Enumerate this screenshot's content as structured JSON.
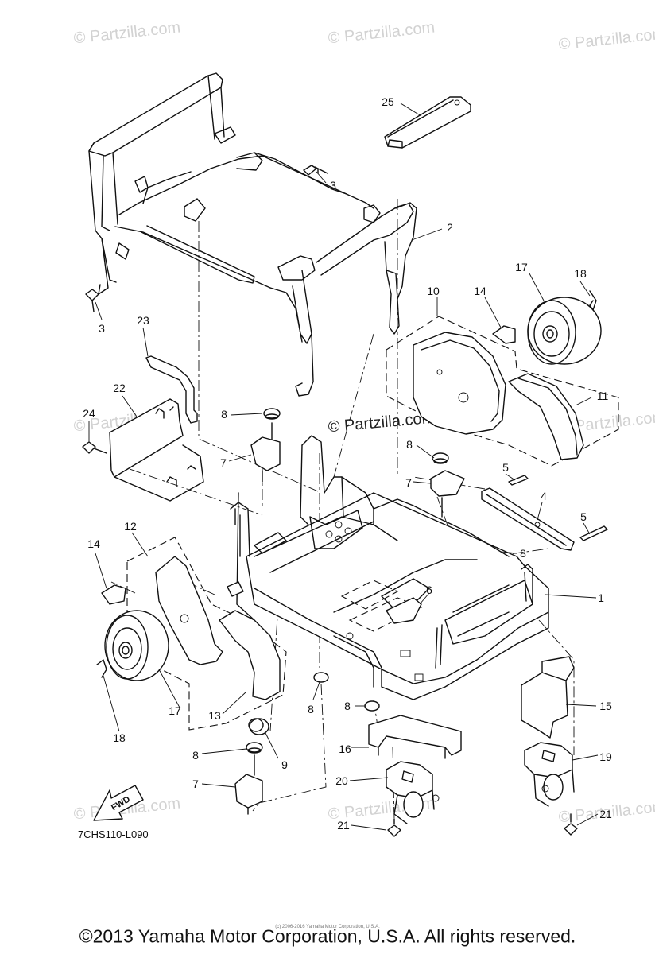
{
  "watermarks": {
    "text": "© Partzilla.com",
    "center_text": "© Partzilla.com"
  },
  "callouts": [
    {
      "id": "c25",
      "label": "25"
    },
    {
      "id": "c3a",
      "label": "3"
    },
    {
      "id": "c2",
      "label": "2"
    },
    {
      "id": "c3b",
      "label": "3"
    },
    {
      "id": "c17a",
      "label": "17"
    },
    {
      "id": "c18a",
      "label": "18"
    },
    {
      "id": "c10",
      "label": "10"
    },
    {
      "id": "c14a",
      "label": "14"
    },
    {
      "id": "c23",
      "label": "23"
    },
    {
      "id": "c11",
      "label": "11"
    },
    {
      "id": "c22",
      "label": "22"
    },
    {
      "id": "c24",
      "label": "24"
    },
    {
      "id": "c8a",
      "label": "8"
    },
    {
      "id": "c8b",
      "label": "8"
    },
    {
      "id": "c7a",
      "label": "7"
    },
    {
      "id": "c7b",
      "label": "7"
    },
    {
      "id": "c5a",
      "label": "5"
    },
    {
      "id": "c4",
      "label": "4"
    },
    {
      "id": "c5b",
      "label": "5"
    },
    {
      "id": "c12",
      "label": "12"
    },
    {
      "id": "c14b",
      "label": "14"
    },
    {
      "id": "c8c",
      "label": "8"
    },
    {
      "id": "c6",
      "label": "6"
    },
    {
      "id": "c1",
      "label": "1"
    },
    {
      "id": "c17b",
      "label": "17"
    },
    {
      "id": "c13",
      "label": "13"
    },
    {
      "id": "c8d",
      "label": "8"
    },
    {
      "id": "c8e",
      "label": "8"
    },
    {
      "id": "c15",
      "label": "15"
    },
    {
      "id": "c18b",
      "label": "18"
    },
    {
      "id": "c16",
      "label": "16"
    },
    {
      "id": "c9",
      "label": "9"
    },
    {
      "id": "c8f",
      "label": "8"
    },
    {
      "id": "c19",
      "label": "19"
    },
    {
      "id": "c20",
      "label": "20"
    },
    {
      "id": "c7c",
      "label": "7"
    },
    {
      "id": "c21a",
      "label": "21"
    },
    {
      "id": "c21b",
      "label": "21"
    }
  ],
  "fwd_label": "FWD",
  "diagram_code": "7CHS110-L090",
  "small_copyright": "(c) 2006-2016 Yamaha Motor Corporation, U.S.A.",
  "footer": "©2013 Yamaha Motor Corporation, U.S.A. All rights reserved."
}
